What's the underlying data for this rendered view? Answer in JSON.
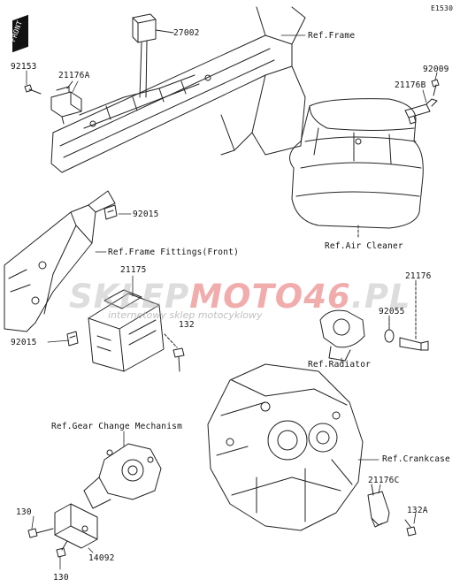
{
  "diagram_code": "E1530",
  "front_marker": "FRONT",
  "watermark": {
    "brand_part1": "SKLEP",
    "brand_part2": "MOTO46",
    "brand_part3": ".PL",
    "tagline": "internetowy sklep motocyklowy"
  },
  "labels": {
    "p27002": "27002",
    "ref_frame": "Ref.Frame",
    "p92153": "92153",
    "p21176a": "21176A",
    "p92009": "92009",
    "p21176b": "21176B",
    "p92015_top": "92015",
    "ref_air_cleaner": "Ref.Air Cleaner",
    "ref_frame_fittings": "Ref.Frame Fittings(Front)",
    "p21175": "21175",
    "p21176": "21176",
    "p92055": "92055",
    "p92015_bottom": "92015",
    "p132": "132",
    "ref_radiator": "Ref.Radiator",
    "ref_gear_change": "Ref.Gear Change Mechanism",
    "ref_crankcase": "Ref.Crankcase",
    "p21176c": "21176C",
    "p130_a": "130",
    "p132a": "132A",
    "p14092": "14092",
    "p130_b": "130"
  },
  "colors": {
    "line": "#222222",
    "watermark_gray": "#b4b4b4",
    "watermark_red": "#e14646"
  }
}
